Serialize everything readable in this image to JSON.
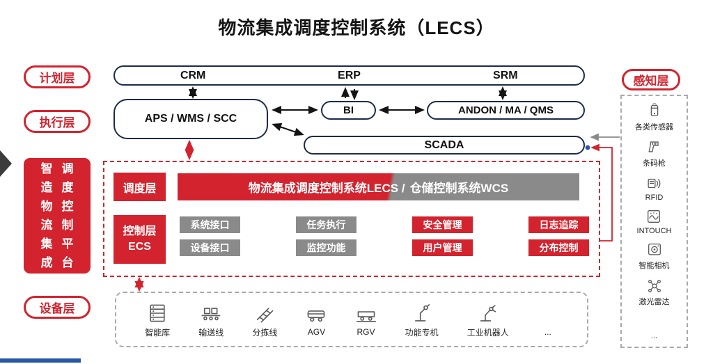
{
  "title": "物流集成调度控制系统（LECS）",
  "layers": {
    "planning": "计划层",
    "execution": "执行层",
    "device": "设备层",
    "platform_rows": [
      "智调",
      "造度",
      "物控",
      "流制",
      "集平",
      "成台"
    ]
  },
  "top_bar": {
    "items": [
      {
        "label": "CRM"
      },
      {
        "label": "ERP"
      },
      {
        "label": "SRM"
      }
    ]
  },
  "mid_row": {
    "aps": "APS / WMS / SCC",
    "bi": "BI",
    "andon": "ANDON / MA / QMS",
    "scada": "SCADA"
  },
  "lecs_box": {
    "dispatch_label": "调度层",
    "bar_red": "物流集成调度控制系统LECS /",
    "bar_gray": "仓储控制系统WCS",
    "control_label": "控制层",
    "control_sub": "ECS",
    "functions": [
      {
        "label": "系统接口",
        "color": "gray"
      },
      {
        "label": "任务执行",
        "color": "gray"
      },
      {
        "label": "安全管理",
        "color": "red"
      },
      {
        "label": "日志追踪",
        "color": "red"
      },
      {
        "label": "设备接口",
        "color": "gray"
      },
      {
        "label": "监控功能",
        "color": "gray"
      },
      {
        "label": "用户管理",
        "color": "red"
      },
      {
        "label": "分布控制",
        "color": "red"
      }
    ]
  },
  "equipment": {
    "items": [
      {
        "label": "智能库",
        "icon": "warehouse-icon"
      },
      {
        "label": "输送线",
        "icon": "conveyor-icon"
      },
      {
        "label": "分拣线",
        "icon": "sorting-icon"
      },
      {
        "label": "AGV",
        "icon": "agv-icon"
      },
      {
        "label": "RGV",
        "icon": "rgv-icon"
      },
      {
        "label": "功能专机",
        "icon": "special-machine-icon"
      },
      {
        "label": "工业机器人",
        "icon": "robot-arm-icon"
      },
      {
        "label": "...",
        "icon": "ellipsis"
      }
    ]
  },
  "perception": {
    "title": "感知层",
    "items": [
      {
        "label": "各类传感器",
        "icon": "sensor-icon"
      },
      {
        "label": "条码枪",
        "icon": "barcode-gun-icon"
      },
      {
        "label": "RFID",
        "icon": "rfid-icon"
      },
      {
        "label": "INTOUCH",
        "icon": "intouch-icon"
      },
      {
        "label": "智能相机",
        "icon": "smart-camera-icon"
      },
      {
        "label": "激光雷达",
        "icon": "lidar-icon"
      },
      {
        "label": "...",
        "icon": "ellipsis"
      }
    ]
  },
  "colors": {
    "red": "#d2232e",
    "gray": "#8a8a8a",
    "navy": "#1c2b4a",
    "blue_dot": "#2a57a5"
  }
}
